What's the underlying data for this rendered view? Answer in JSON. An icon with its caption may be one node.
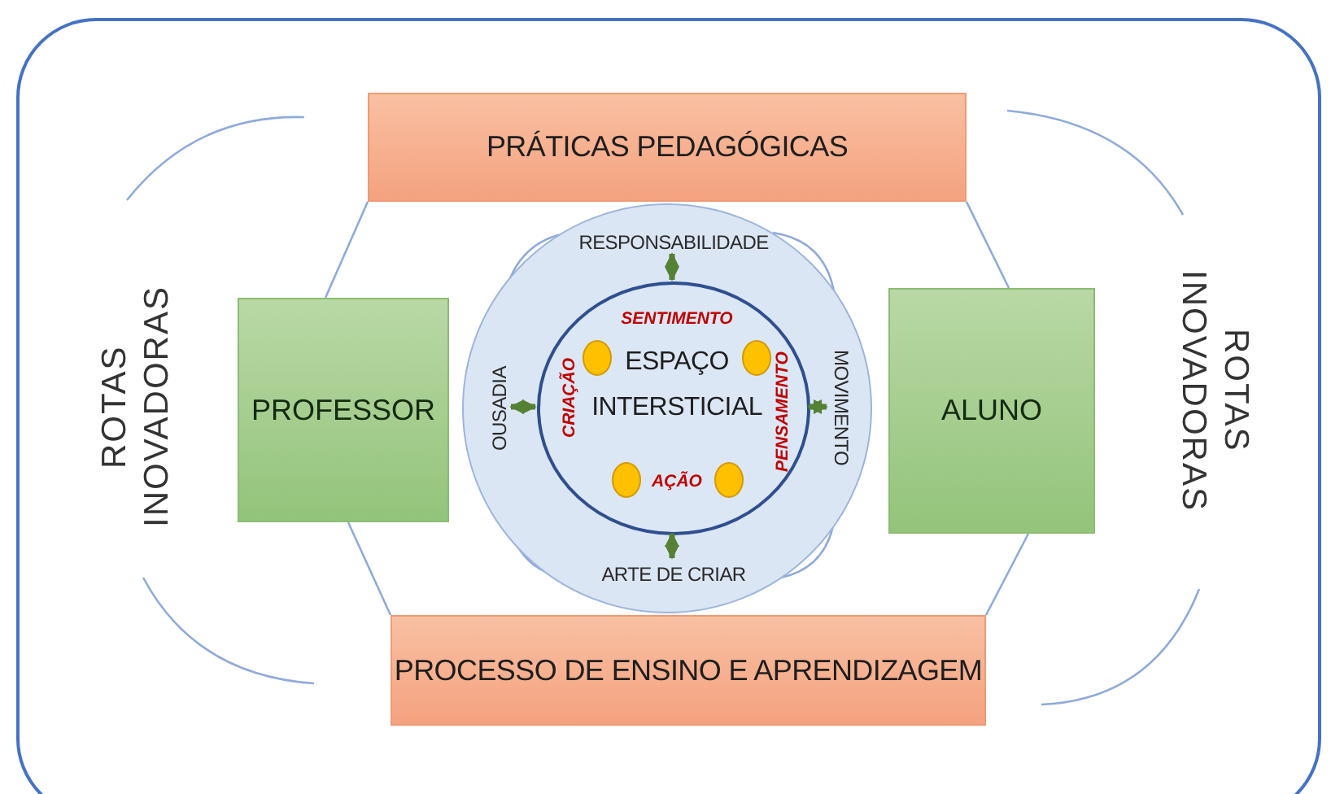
{
  "diagram": {
    "nodes": [
      {
        "text": [
          "PRÁTICAS PEDAGÓGICAS"
        ]
      },
      {
        "text": [
          "PROFESSOR"
        ]
      },
      {
        "text": [],
        "shape": "circle"
      },
      {
        "text": [
          "RESPONSABILIDADE"
        ],
        "in": 2
      },
      {
        "text": [
          "OUSADIA"
        ],
        "in": 2
      },
      {
        "text": [
          "SENTIMENTO",
          "CRIAÇÃO",
          "ESPAÇO INTERSTICIAL",
          "PENSAMENTO",
          "AÇÃO"
        ],
        "in": 2
      },
      {
        "text": [
          "MOVIMENTO"
        ],
        "in": 2
      },
      {
        "text": [
          "ARTE DE CRIAR"
        ],
        "in": 2
      },
      {
        "text": [
          "ALUNO"
        ]
      },
      {
        "text": [
          "PROCESSO DE ENSINO E APRENDIZAGEM"
        ]
      }
    ],
    "edges": [
      {
        "from": 5,
        "to": 3,
        "arrow": "both",
        "style": "thick",
        "color": "#548235"
      },
      {
        "from": 5,
        "to": 4,
        "arrow": "both",
        "style": "thick",
        "color": "#548235"
      },
      {
        "from": 5,
        "to": 6,
        "arrow": "both",
        "style": "thick",
        "color": "#548235"
      },
      {
        "from": 5,
        "to": 7,
        "arrow": "both",
        "style": "thick",
        "color": "#548235"
      },
      {
        "from": 0,
        "to": 1,
        "arrow": "none",
        "color": "#8faadc"
      },
      {
        "from": 0,
        "to": 8,
        "arrow": "none",
        "color": "#8faadc"
      },
      {
        "from": 1,
        "to": 9,
        "arrow": "none",
        "color": "#8faadc"
      },
      {
        "from": 8,
        "to": 9,
        "arrow": "none",
        "color": "#8faadc"
      }
    ],
    "labels": [
      "ROTAS INOVADORAS",
      "ROTAS INOVADORAS"
    ]
  }
}
